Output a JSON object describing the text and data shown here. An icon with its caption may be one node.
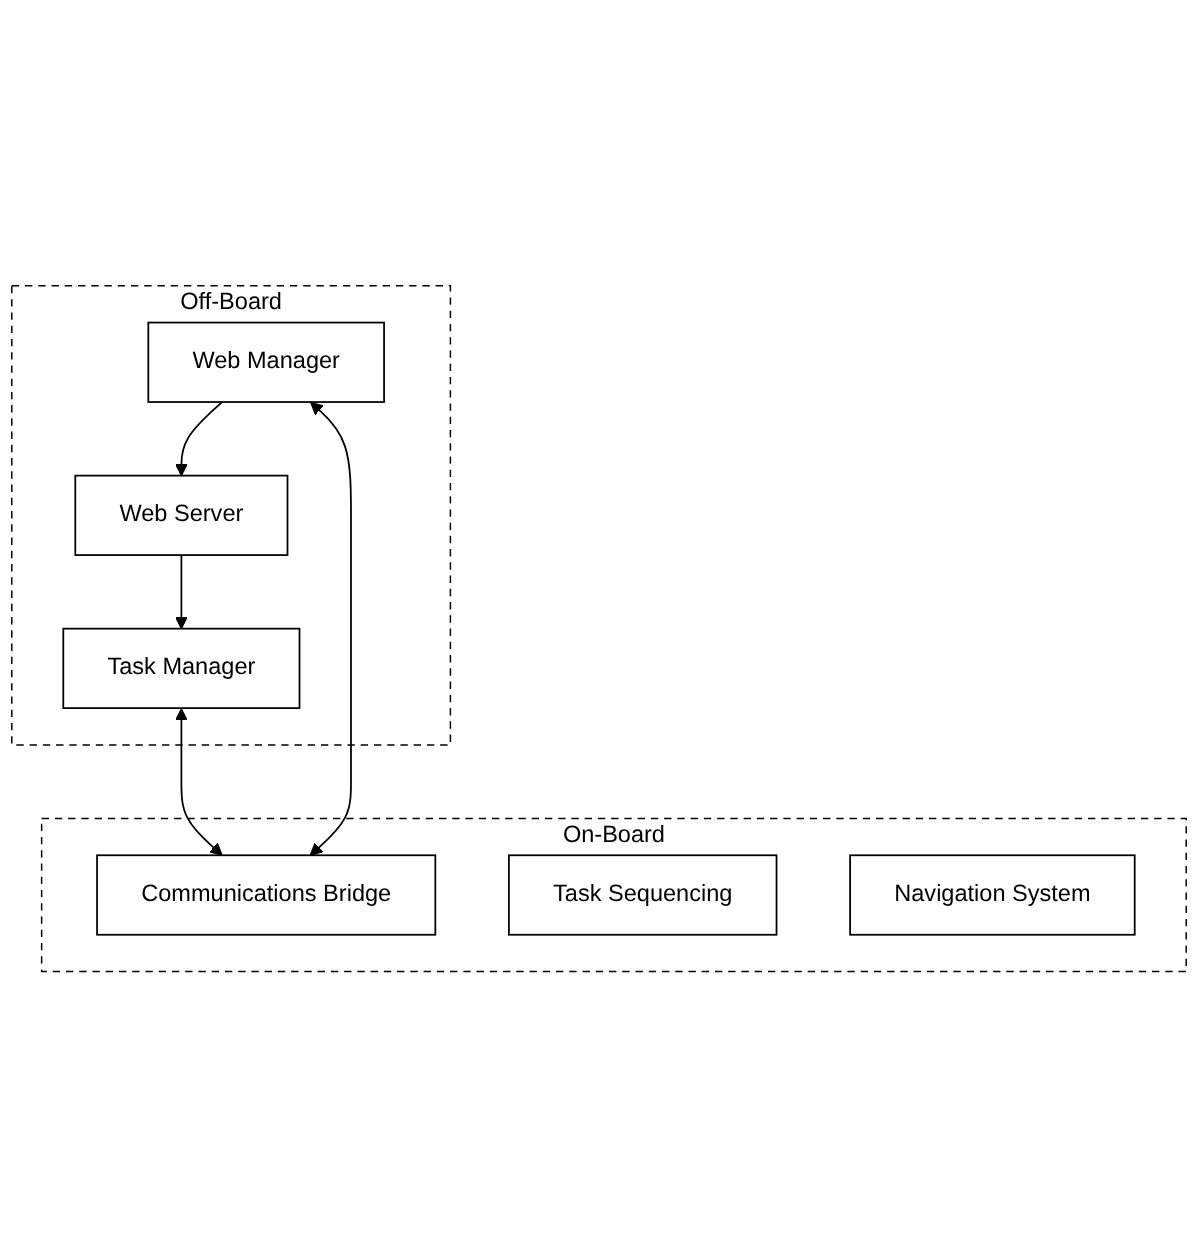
{
  "diagram": {
    "nodes": [
      {
        "text": [
          "Off-Board"
        ]
      },
      {
        "text": [
          "Web Server"
        ],
        "in": 0
      },
      {
        "text": [
          "Task Manager"
        ],
        "in": 0
      },
      {
        "text": [
          "Web Manager"
        ],
        "in": 0
      },
      {
        "text": [
          "On-Board"
        ]
      },
      {
        "text": [
          "Communications Bridge"
        ],
        "in": 4
      },
      {
        "text": [
          "Task Sequencing"
        ],
        "in": 4
      },
      {
        "text": [
          "Navigation System"
        ],
        "in": 4
      }
    ],
    "edges": [
      {
        "from": 1,
        "to": 2,
        "arrow": "to"
      },
      {
        "from": 3,
        "to": 1,
        "arrow": "to"
      },
      {
        "from": 2,
        "to": 5,
        "arrow": "both"
      },
      {
        "from": 3,
        "to": 5,
        "arrow": "both"
      }
    ]
  }
}
